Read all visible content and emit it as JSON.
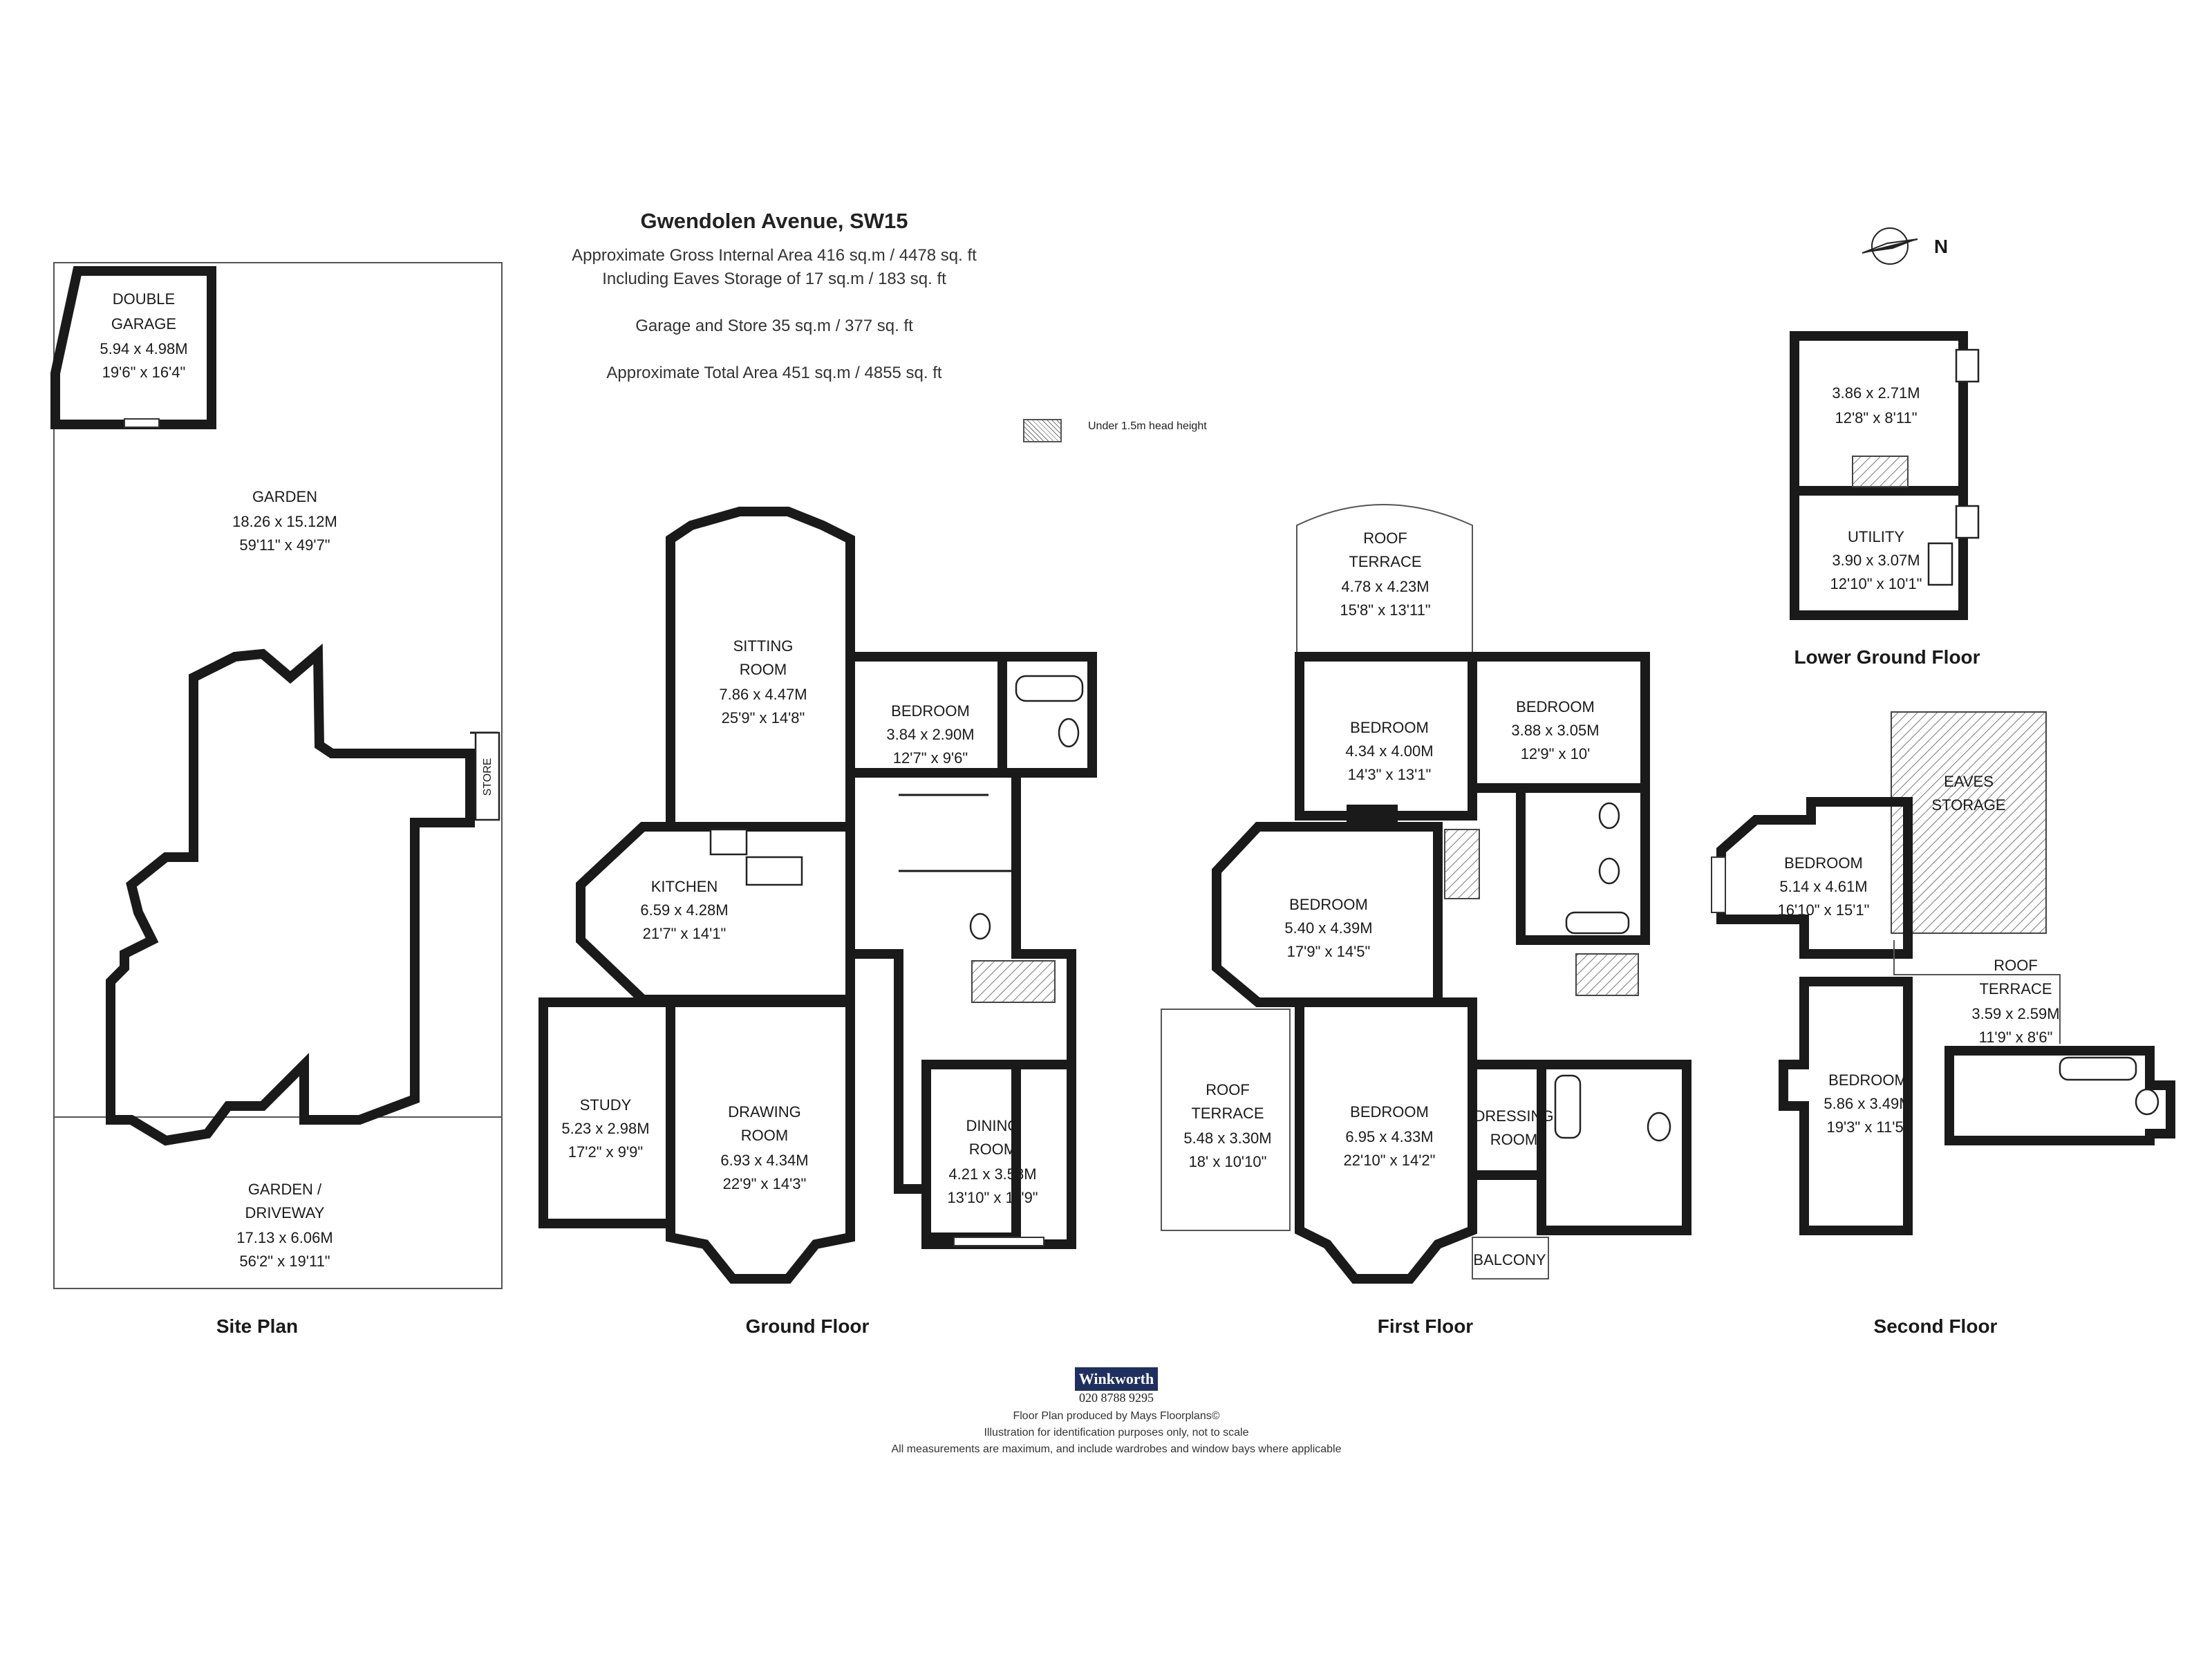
{
  "header": {
    "title": "Gwendolen Avenue, SW15",
    "line1": "Approximate Gross Internal Area 416 sq.m  /  4478 sq. ft",
    "line2": "Including Eaves Storage of  17 sq.m  /  183 sq. ft",
    "line3": "Garage and Store  35 sq.m /  377 sq. ft",
    "line4": "Approximate Total Area  451 sq.m /  4855 sq. ft",
    "legend": "Under 1.5m head height",
    "compass": "N"
  },
  "site": {
    "caption": "Site Plan",
    "garage": [
      "DOUBLE",
      "GARAGE",
      "5.94 x 4.98M",
      "19'6\" x 16'4\""
    ],
    "garden": [
      "GARDEN",
      "18.26 x 15.12M",
      "59'11\" x 49'7\""
    ],
    "store": "STORE",
    "driveway": [
      "GARDEN /",
      "DRIVEWAY",
      "17.13 x 6.06M",
      "56'2\" x 19'11\""
    ]
  },
  "ground": {
    "caption": "Ground Floor",
    "sitting": [
      "SITTING",
      "ROOM",
      "7.86 x 4.47M",
      "25'9\" x 14'8\""
    ],
    "bedroom": [
      "BEDROOM",
      "3.84 x 2.90M",
      "12'7\" x 9'6\""
    ],
    "kitchen": [
      "KITCHEN",
      "6.59 x 4.28M",
      "21'7\" x 14'1\""
    ],
    "study": [
      "STUDY",
      "5.23 x 2.98M",
      "17'2\" x 9'9\""
    ],
    "drawing": [
      "DRAWING",
      "ROOM",
      "6.93 x 4.34M",
      "22'9\" x 14'3\""
    ],
    "dining": [
      "DINING",
      "ROOM",
      "4.21 x 3.58M",
      "13'10\" x 11'9\""
    ]
  },
  "first": {
    "caption": "First Floor",
    "roof_terrace_top": [
      "ROOF",
      "TERRACE",
      "4.78 x 4.23M",
      "15'8\" x 13'11\""
    ],
    "bedroom_a": [
      "BEDROOM",
      "4.34 x 4.00M",
      "14'3\" x 13'1\""
    ],
    "bedroom_b": [
      "BEDROOM",
      "3.88 x 3.05M",
      "12'9\" x 10'"
    ],
    "bedroom_c": [
      "BEDROOM",
      "5.40 x 4.39M",
      "17'9\" x 14'5\""
    ],
    "roof_terrace_left": [
      "ROOF",
      "TERRACE",
      "5.48 x 3.30M",
      "18' x 10'10\""
    ],
    "bedroom_d": [
      "BEDROOM",
      "6.95 x 4.33M",
      "22'10\" x 14'2\""
    ],
    "dressing": [
      "DRESSING",
      "ROOM"
    ],
    "balcony": "BALCONY"
  },
  "lower": {
    "caption": "Lower Ground Floor",
    "room": [
      "3.86 x 2.71M",
      "12'8\" x 8'11\""
    ],
    "utility": [
      "UTILITY",
      "3.90 x 3.07M",
      "12'10\" x 10'1\""
    ]
  },
  "second": {
    "caption": "Second Floor",
    "eaves": [
      "EAVES",
      "STORAGE"
    ],
    "bedroom_a": [
      "BEDROOM",
      "5.14 x 4.61M",
      "16'10\" x 15'1\""
    ],
    "roof_terrace": [
      "ROOF",
      "TERRACE",
      "3.59 x 2.59M",
      "11'9\" x 8'6\""
    ],
    "bedroom_b": [
      "BEDROOM",
      "5.86 x 3.49M",
      "19'3\" x 11'5\""
    ]
  },
  "footer": {
    "brand": "Winkworth",
    "phone": "020 8788 9295",
    "line1": "Floor Plan produced by Mays Floorplans©",
    "line2": "Illustration for identification purposes only, not to scale",
    "line3": "All measurements are maximum, and include wardrobes and window bays where applicable"
  }
}
